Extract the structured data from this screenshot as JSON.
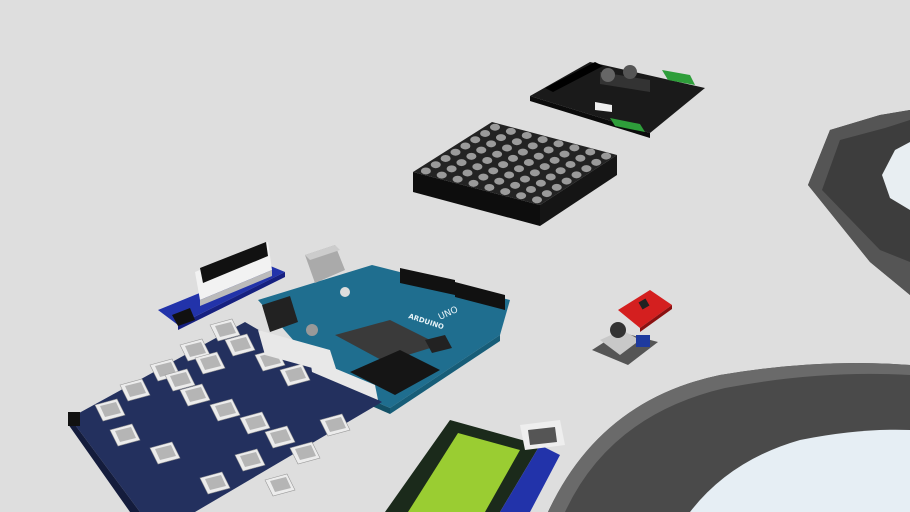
{
  "scene": {
    "background": "#dedede",
    "components": [
      {
        "id": "motor-driver-board",
        "color": "#1a1a1a"
      },
      {
        "id": "led-matrix-8x8",
        "color": "#222222"
      },
      {
        "id": "led-bar-graph",
        "color": "#2233aa"
      },
      {
        "id": "arduino-uno",
        "color": "#1f6e8f"
      },
      {
        "id": "grove-base-shield",
        "color": "#23305e"
      },
      {
        "id": "lcd-display",
        "color": "#9acd32"
      },
      {
        "id": "accelerometer-module",
        "color": "#d41f1f"
      },
      {
        "id": "microphone-module",
        "color": "#c8c8c8"
      }
    ]
  },
  "arduino": {
    "brand": "ARDUINO",
    "model": "UNO"
  }
}
